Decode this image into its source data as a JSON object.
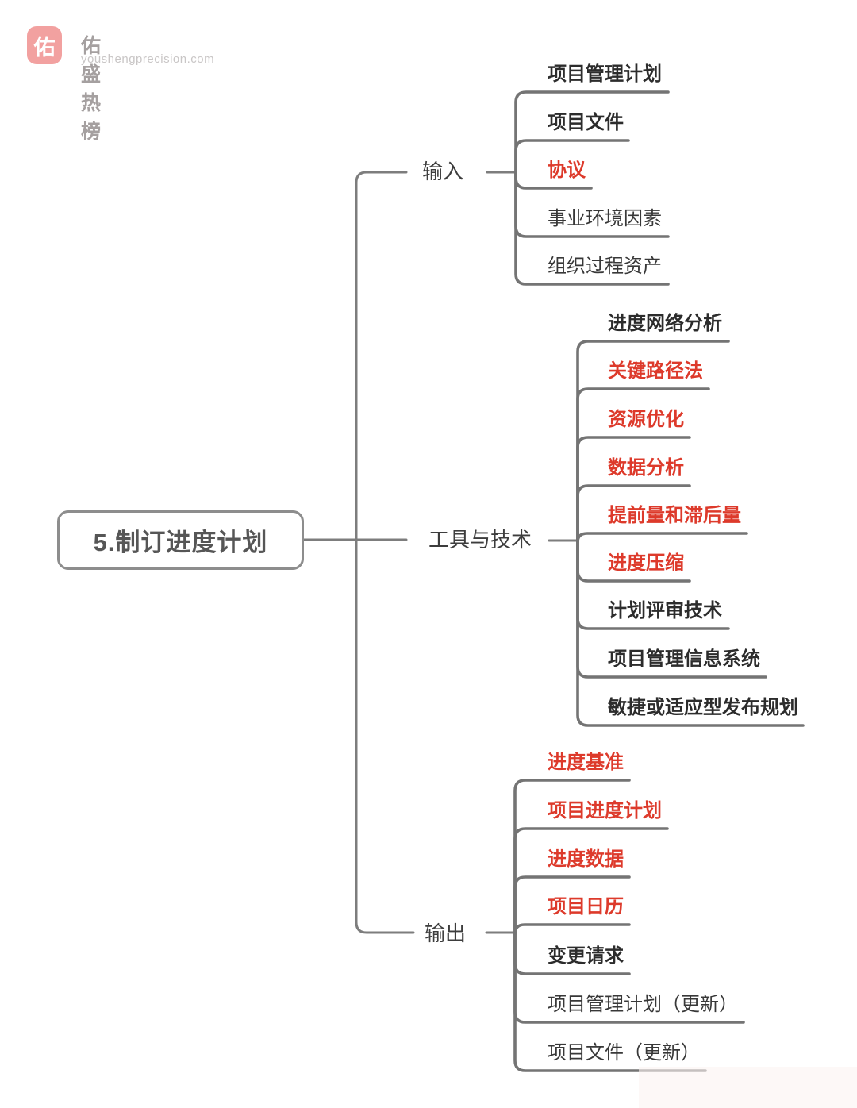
{
  "brand": {
    "logo_char": "佑",
    "name": "佑盛热榜",
    "domain": "youshengprecision.com"
  },
  "root": {
    "label": "5.制订进度计划"
  },
  "branches": [
    {
      "label": "输入",
      "children": [
        {
          "label": "项目管理计划",
          "emphasis": "bold"
        },
        {
          "label": "项目文件",
          "emphasis": "bold"
        },
        {
          "label": "协议",
          "emphasis": "red"
        },
        {
          "label": "事业环境因素",
          "emphasis": "normal"
        },
        {
          "label": "组织过程资产",
          "emphasis": "normal"
        }
      ]
    },
    {
      "label": "工具与技术",
      "children": [
        {
          "label": "进度网络分析",
          "emphasis": "bold"
        },
        {
          "label": "关键路径法",
          "emphasis": "red"
        },
        {
          "label": "资源优化",
          "emphasis": "red"
        },
        {
          "label": "数据分析",
          "emphasis": "red"
        },
        {
          "label": "提前量和滞后量",
          "emphasis": "red"
        },
        {
          "label": "进度压缩",
          "emphasis": "red"
        },
        {
          "label": "计划评审技术",
          "emphasis": "bold"
        },
        {
          "label": "项目管理信息系统",
          "emphasis": "bold"
        },
        {
          "label": "敏捷或适应型发布规划",
          "emphasis": "bold"
        }
      ]
    },
    {
      "label": "输出",
      "children": [
        {
          "label": "进度基准",
          "emphasis": "red"
        },
        {
          "label": "项目进度计划",
          "emphasis": "red"
        },
        {
          "label": "进度数据",
          "emphasis": "red"
        },
        {
          "label": "项目日历",
          "emphasis": "red"
        },
        {
          "label": "变更请求",
          "emphasis": "bold"
        },
        {
          "label": "项目管理计划（更新）",
          "emphasis": "normal"
        },
        {
          "label": "项目文件（更新）",
          "emphasis": "normal"
        }
      ]
    }
  ],
  "colors": {
    "accent_red": "#dd3a2b",
    "line_gray": "#7d7d7d",
    "underline_gray": "#747474",
    "text_dark": "#2c2c2c",
    "brand_pink": "#f2a1a0"
  }
}
